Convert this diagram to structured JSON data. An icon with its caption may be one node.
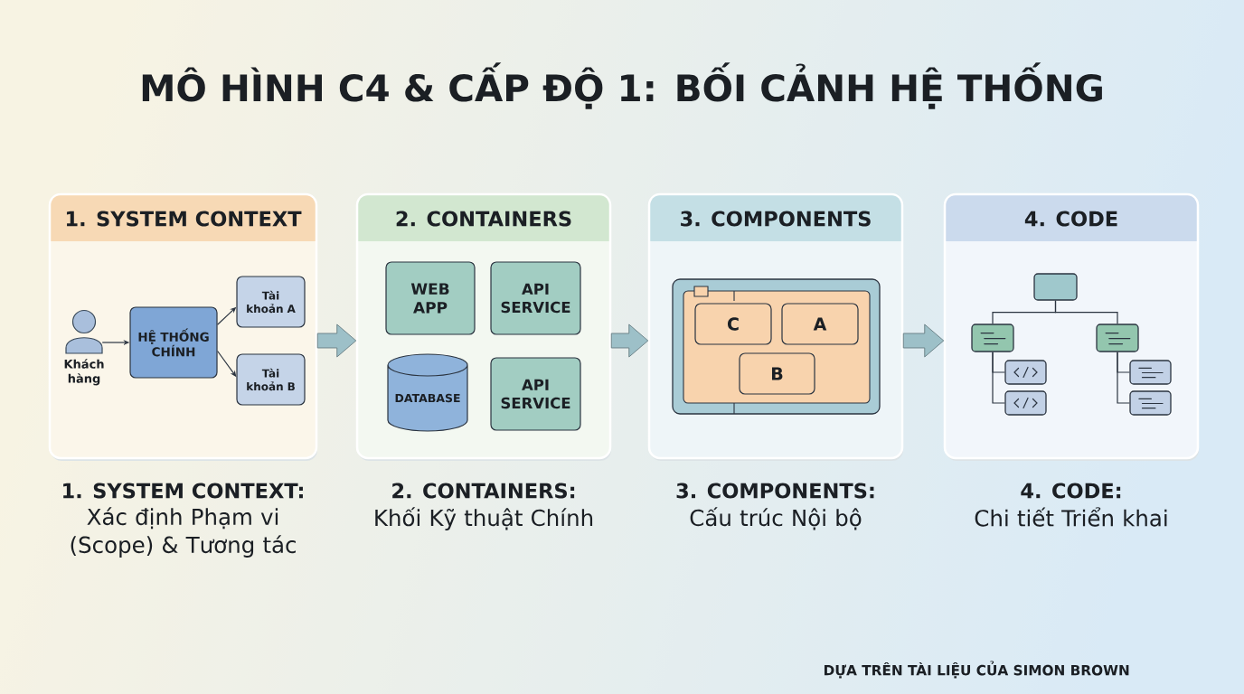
{
  "diagram": {
    "title": "MÔ HÌNH C4 & CẤP ĐỘ 1: BỐI CẢNH HỆ THỐNG",
    "nodes": [
      {
        "text": [
          "1. SYSTEM CONTEXT"
        ],
        "beside": [
          "1. SYSTEM CONTEXT:",
          "Xác định Phạm vi (Scope) & Tương tác"
        ]
      },
      {
        "text": [],
        "shape": "person",
        "beside": [
          "Khách hàng"
        ],
        "in": 0
      },
      {
        "text": [
          "HỆ THỐNG CHÍNH"
        ],
        "in": 0
      },
      {
        "text": [
          "Tài khoản A"
        ],
        "in": 0
      },
      {
        "text": [
          "Tài khoản B"
        ],
        "in": 0
      },
      {
        "text": [
          "2. CONTAINERS"
        ],
        "beside": [
          "2. CONTAINERS:",
          "Khối Kỹ thuật Chính"
        ]
      },
      {
        "text": [
          "WEB APP"
        ],
        "in": 5
      },
      {
        "text": [
          "API SERVICE"
        ],
        "in": 5
      },
      {
        "text": [
          "DATABASE"
        ],
        "in": 5
      },
      {
        "text": [
          "API SERVICE"
        ],
        "in": 5
      },
      {
        "text": [
          "3. COMPONENTS"
        ],
        "beside": [
          "3. COMPONENTS:",
          "Cấu trúc Nội bộ"
        ]
      },
      {
        "text": [],
        "shape": "box",
        "in": 10
      },
      {
        "text": [
          "C"
        ],
        "in": 11
      },
      {
        "text": [
          "A"
        ],
        "in": 11
      },
      {
        "text": [
          "B"
        ],
        "in": 11
      },
      {
        "text": [
          "4. CODE"
        ],
        "beside": [
          "4. CODE:",
          "Chi tiết Triển khai"
        ]
      },
      {
        "text": [],
        "shape": "box",
        "in": 15
      },
      {
        "text": [],
        "shape": "box",
        "in": 15
      },
      {
        "text": [],
        "shape": "box",
        "in": 15
      },
      {
        "text": [],
        "shape": "box",
        "in": 15
      },
      {
        "text": [],
        "shape": "box",
        "in": 15
      },
      {
        "text": [],
        "shape": "box",
        "in": 15
      },
      {
        "text": [],
        "shape": "box",
        "in": 15
      }
    ],
    "edges": [
      {
        "from": 1,
        "to": 2,
        "arrow": "to"
      },
      {
        "from": 2,
        "to": 3,
        "arrow": "to"
      },
      {
        "from": 2,
        "to": 4,
        "arrow": "to"
      },
      {
        "from": 0,
        "to": 5,
        "arrow": "to",
        "style": "thick",
        "color": "#9dc0c8"
      },
      {
        "from": 5,
        "to": 10,
        "arrow": "to",
        "style": "thick",
        "color": "#9dc0c8"
      },
      {
        "from": 10,
        "to": 15,
        "arrow": "to",
        "style": "thick",
        "color": "#9dc0c8"
      },
      {
        "from": 16,
        "to": 17,
        "arrow": "none"
      },
      {
        "from": 16,
        "to": 18,
        "arrow": "none"
      },
      {
        "from": 17,
        "to": 19,
        "arrow": "none"
      },
      {
        "from": 17,
        "to": 20,
        "arrow": "none"
      },
      {
        "from": 18,
        "to": 21,
        "arrow": "none"
      },
      {
        "from": 18,
        "to": 22,
        "arrow": "none"
      }
    ],
    "labels": [
      "DỰA TRÊN TÀI LIỆU CỦA SIMON BROWN"
    ]
  }
}
